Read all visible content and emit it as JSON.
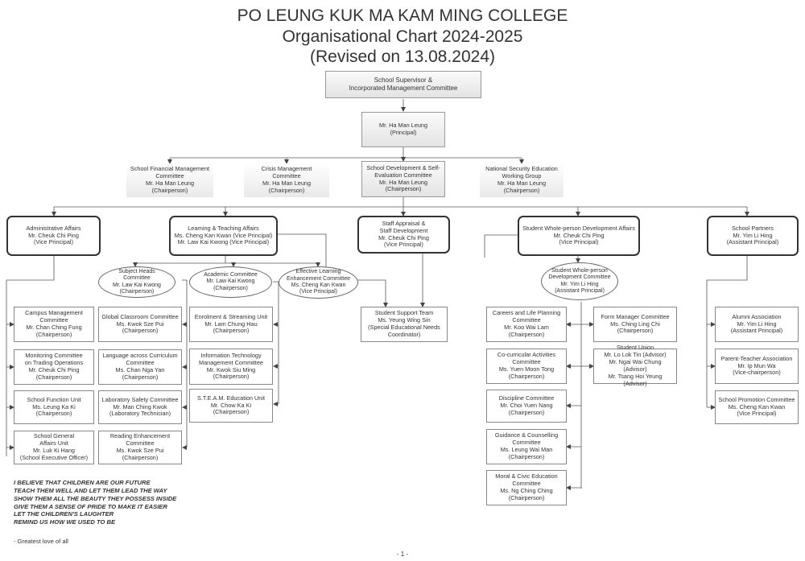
{
  "header": {
    "title": "PO LEUNG KUK MA KAM MING COLLEGE",
    "subtitle": "Organisational Chart 2024-2025",
    "revised": "(Revised on 13.08.2024)"
  },
  "top": {
    "supervisor": [
      "School Supervisor &",
      "Incorporated Management Committee"
    ],
    "principal": [
      "Mr. Ha Man Leung",
      "(Principal)"
    ]
  },
  "committees": [
    [
      "School Financial Management",
      "Committee",
      "Mr. Ha Man Leung",
      "(Chairperson)"
    ],
    [
      "Crisis Management Committee",
      "Mr. Ha Man Leung",
      "(Chairperson)"
    ],
    [
      "School Development & Self-",
      "Evaluation Committee",
      "Mr. Ha Man Leung",
      "(Chairperson)"
    ],
    [
      "National Security Education",
      "Working Group",
      "Mr. Ha Man Leung",
      "(Chairperson)"
    ]
  ],
  "divisions": [
    [
      "Administrative Affairs",
      "Mr. Cheuk Chi Ping",
      "(Vice Principal)"
    ],
    [
      "Learning & Teaching Affairs",
      "Ms. Cheng Kan Kwan (Vice Principal)",
      "Mr. Law Kai Kwong (Vice Principal)"
    ],
    [
      "Staff Appraisal &",
      "Staff Development",
      "Mr. Cheuk Chi Ping",
      "(Vice Principal)"
    ],
    [
      "Student Whole-person Development Affairs",
      "Mr. Cheuk Chi Ping",
      "(Vice Principal)"
    ],
    [
      "School Partners",
      "Mr. Yim Li Hing",
      "(Assistant Principal)"
    ]
  ],
  "ellipses": [
    [
      "Subject Heads",
      "Committee",
      "Mr. Law Kai Kwong",
      "(Chairperson)"
    ],
    [
      "Academic Committee",
      "Mr. Law Kai Kwong",
      "(Chairperson)"
    ],
    [
      "Effective Learning",
      "Enhancement Committee",
      "Ms. Cheng Kan Kwan",
      "(Vice Principal)"
    ],
    [
      "Student Whole-person",
      "Development Committee",
      "Mr. Yim Li Hing",
      "(Assistant Principal)"
    ]
  ],
  "admin_units": [
    [
      "Campus Management",
      "Committee",
      "Mr. Chan Ching Fung",
      "(Chairperson)"
    ],
    [
      "Monitoring Committee",
      "on Trading Operations",
      "Mr. Cheuk Chi Ping",
      "(Chairperson)"
    ],
    [
      "School Function Unit",
      "Ms. Leung Ka Ki",
      "(Chairperson)"
    ],
    [
      "School General",
      "Affairs Unit",
      "Mr. Luk Ki Hang",
      "(School Executive Officer)"
    ]
  ],
  "subject_units": [
    [
      "Global Classroom Committee",
      "Ms. Kwok Sze Pui",
      "(Chairperson)"
    ],
    [
      "Language across Curriculum",
      "Committee",
      "Ms. Chan Nga Yan",
      "(Chairperson)"
    ],
    [
      "Laboratory Safety Committee",
      "Mr. Man Ching Kwok",
      "(Laboratory Technician)"
    ],
    [
      "Reading Enhancement",
      "Committee",
      "Ms. Kwok Sze Pui",
      "(Chairperson)"
    ]
  ],
  "academic_units": [
    [
      "Enrolment & Streaming Unit",
      "Mr. Lam Chung Hau",
      "(Chairperson)"
    ],
    [
      "Information Technology",
      "Management Committee",
      "Mr. Kwok Siu Ming",
      "(Chairperson)"
    ],
    [
      "S.T.E.A.M. Education Unit",
      "Mr. Chow Ka Ki",
      "(Chairperson)"
    ]
  ],
  "support_team": [
    "Student Support Team",
    "Ms. Yeung Wing Sin",
    "(Special Educational Needs",
    "Coordinator)"
  ],
  "student_left": [
    [
      "Careers and Life Planning",
      "Committee",
      "Mr. Koo Wai Lam",
      "(Chairperson)"
    ],
    [
      "Co-curricular Activities",
      "Committee",
      "Ms. Yuen Moon Tong",
      "(Chairperson)"
    ],
    [
      "Discipline Committee",
      "Mr. Choi Yuen Nang",
      "(Chairperson)"
    ],
    [
      "Guidance & Counselling",
      "Committee",
      "Ms. Leung Wai Man",
      "(Chairperson)"
    ],
    [
      "Moral & Civic Education",
      "Committee",
      "Ms. Ng Ching Ching",
      "(Chairperson)"
    ]
  ],
  "student_right": [
    [
      "Form Manager Committee",
      "Ms. Ching Ling Chi",
      "(Chairperson)"
    ],
    [
      "Student Union",
      "Mr. Lo Lok Tin (Advisor)",
      "Mr. Ngai Wai Chung (Advisor)",
      "Mr. Tsang Hoi Yeung (Advisor)"
    ]
  ],
  "partners": [
    [
      "Alumni Association",
      "Mr. Yim Li Hing",
      "(Assistant Principal)"
    ],
    [
      "Parent-Teacher Association",
      "Mr. Ip Mun Wa",
      "(Vice-chairperson)"
    ],
    [
      "School Promotion Committee",
      "Ms. Cheng Kan Kwan",
      "(Vice Principal)"
    ]
  ],
  "poem": [
    "I BELIEVE THAT CHILDREN ARE OUR FUTURE",
    "TEACH THEM WELL AND LET THEM LEAD THE WAY",
    "SHOW THEM ALL THE BEAUTY THEY POSSESS INSIDE",
    "GIVE THEM A SENSE OF PRIDE TO MAKE IT EASIER",
    "LET THE CHILDREN'S LAUGHTER",
    "REMIND US HOW WE USED TO BE"
  ],
  "byline": "- Greatest love of all",
  "page_number": "- 1 -"
}
